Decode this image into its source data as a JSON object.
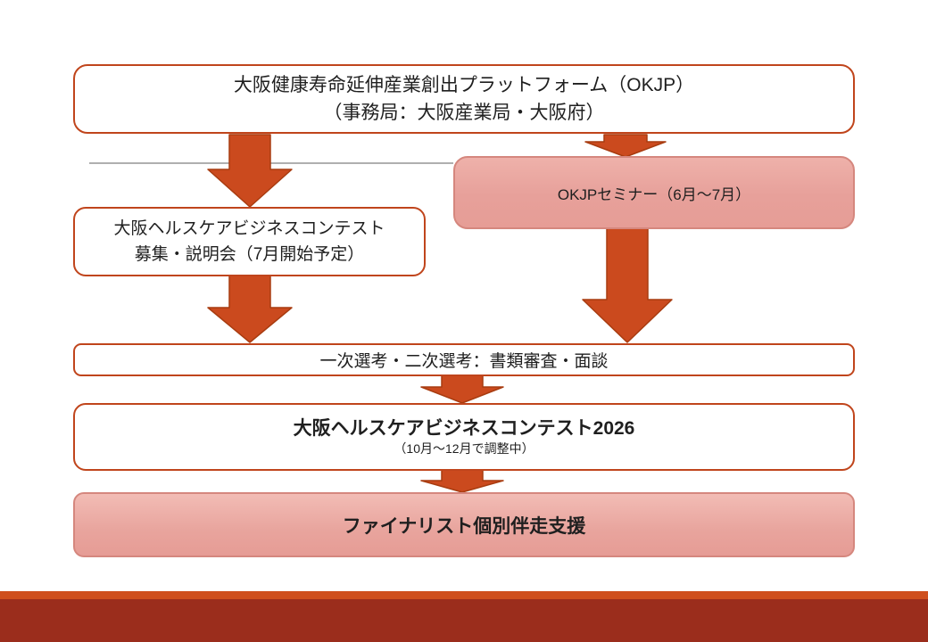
{
  "slide": {
    "boxes": {
      "platform": {
        "line1": "大阪健康寿命延伸産業創出プラットフォーム（OKJP）",
        "line2": "（事務局：大阪産業局・大阪府）"
      },
      "seminar": {
        "label": "OKJPセミナー（6月～7月）"
      },
      "recruit": {
        "line1": "大阪ヘルスケアビジネスコンテスト",
        "line2": "募集・説明会（7月開始予定）"
      },
      "selection": {
        "label": "一次選考・二次選考：書類審査・面談"
      },
      "contest": {
        "title": "大阪ヘルスケアビジネスコンテスト2026",
        "subtitle": "（10月～12月で調整中）"
      },
      "finalist": {
        "label": "ファイナリスト個別伴走支援"
      }
    },
    "colors": {
      "arrow_fill": "#cb4a1e",
      "arrow_stroke": "#a83c10",
      "box_border": "#c0451c",
      "pink_fill": "#e7a09a",
      "pink_border": "#d5877e",
      "connector_line": "#7f7f7f",
      "footer_orange": "#cf4f1d",
      "footer_dark_red": "#9b2d1c"
    }
  }
}
